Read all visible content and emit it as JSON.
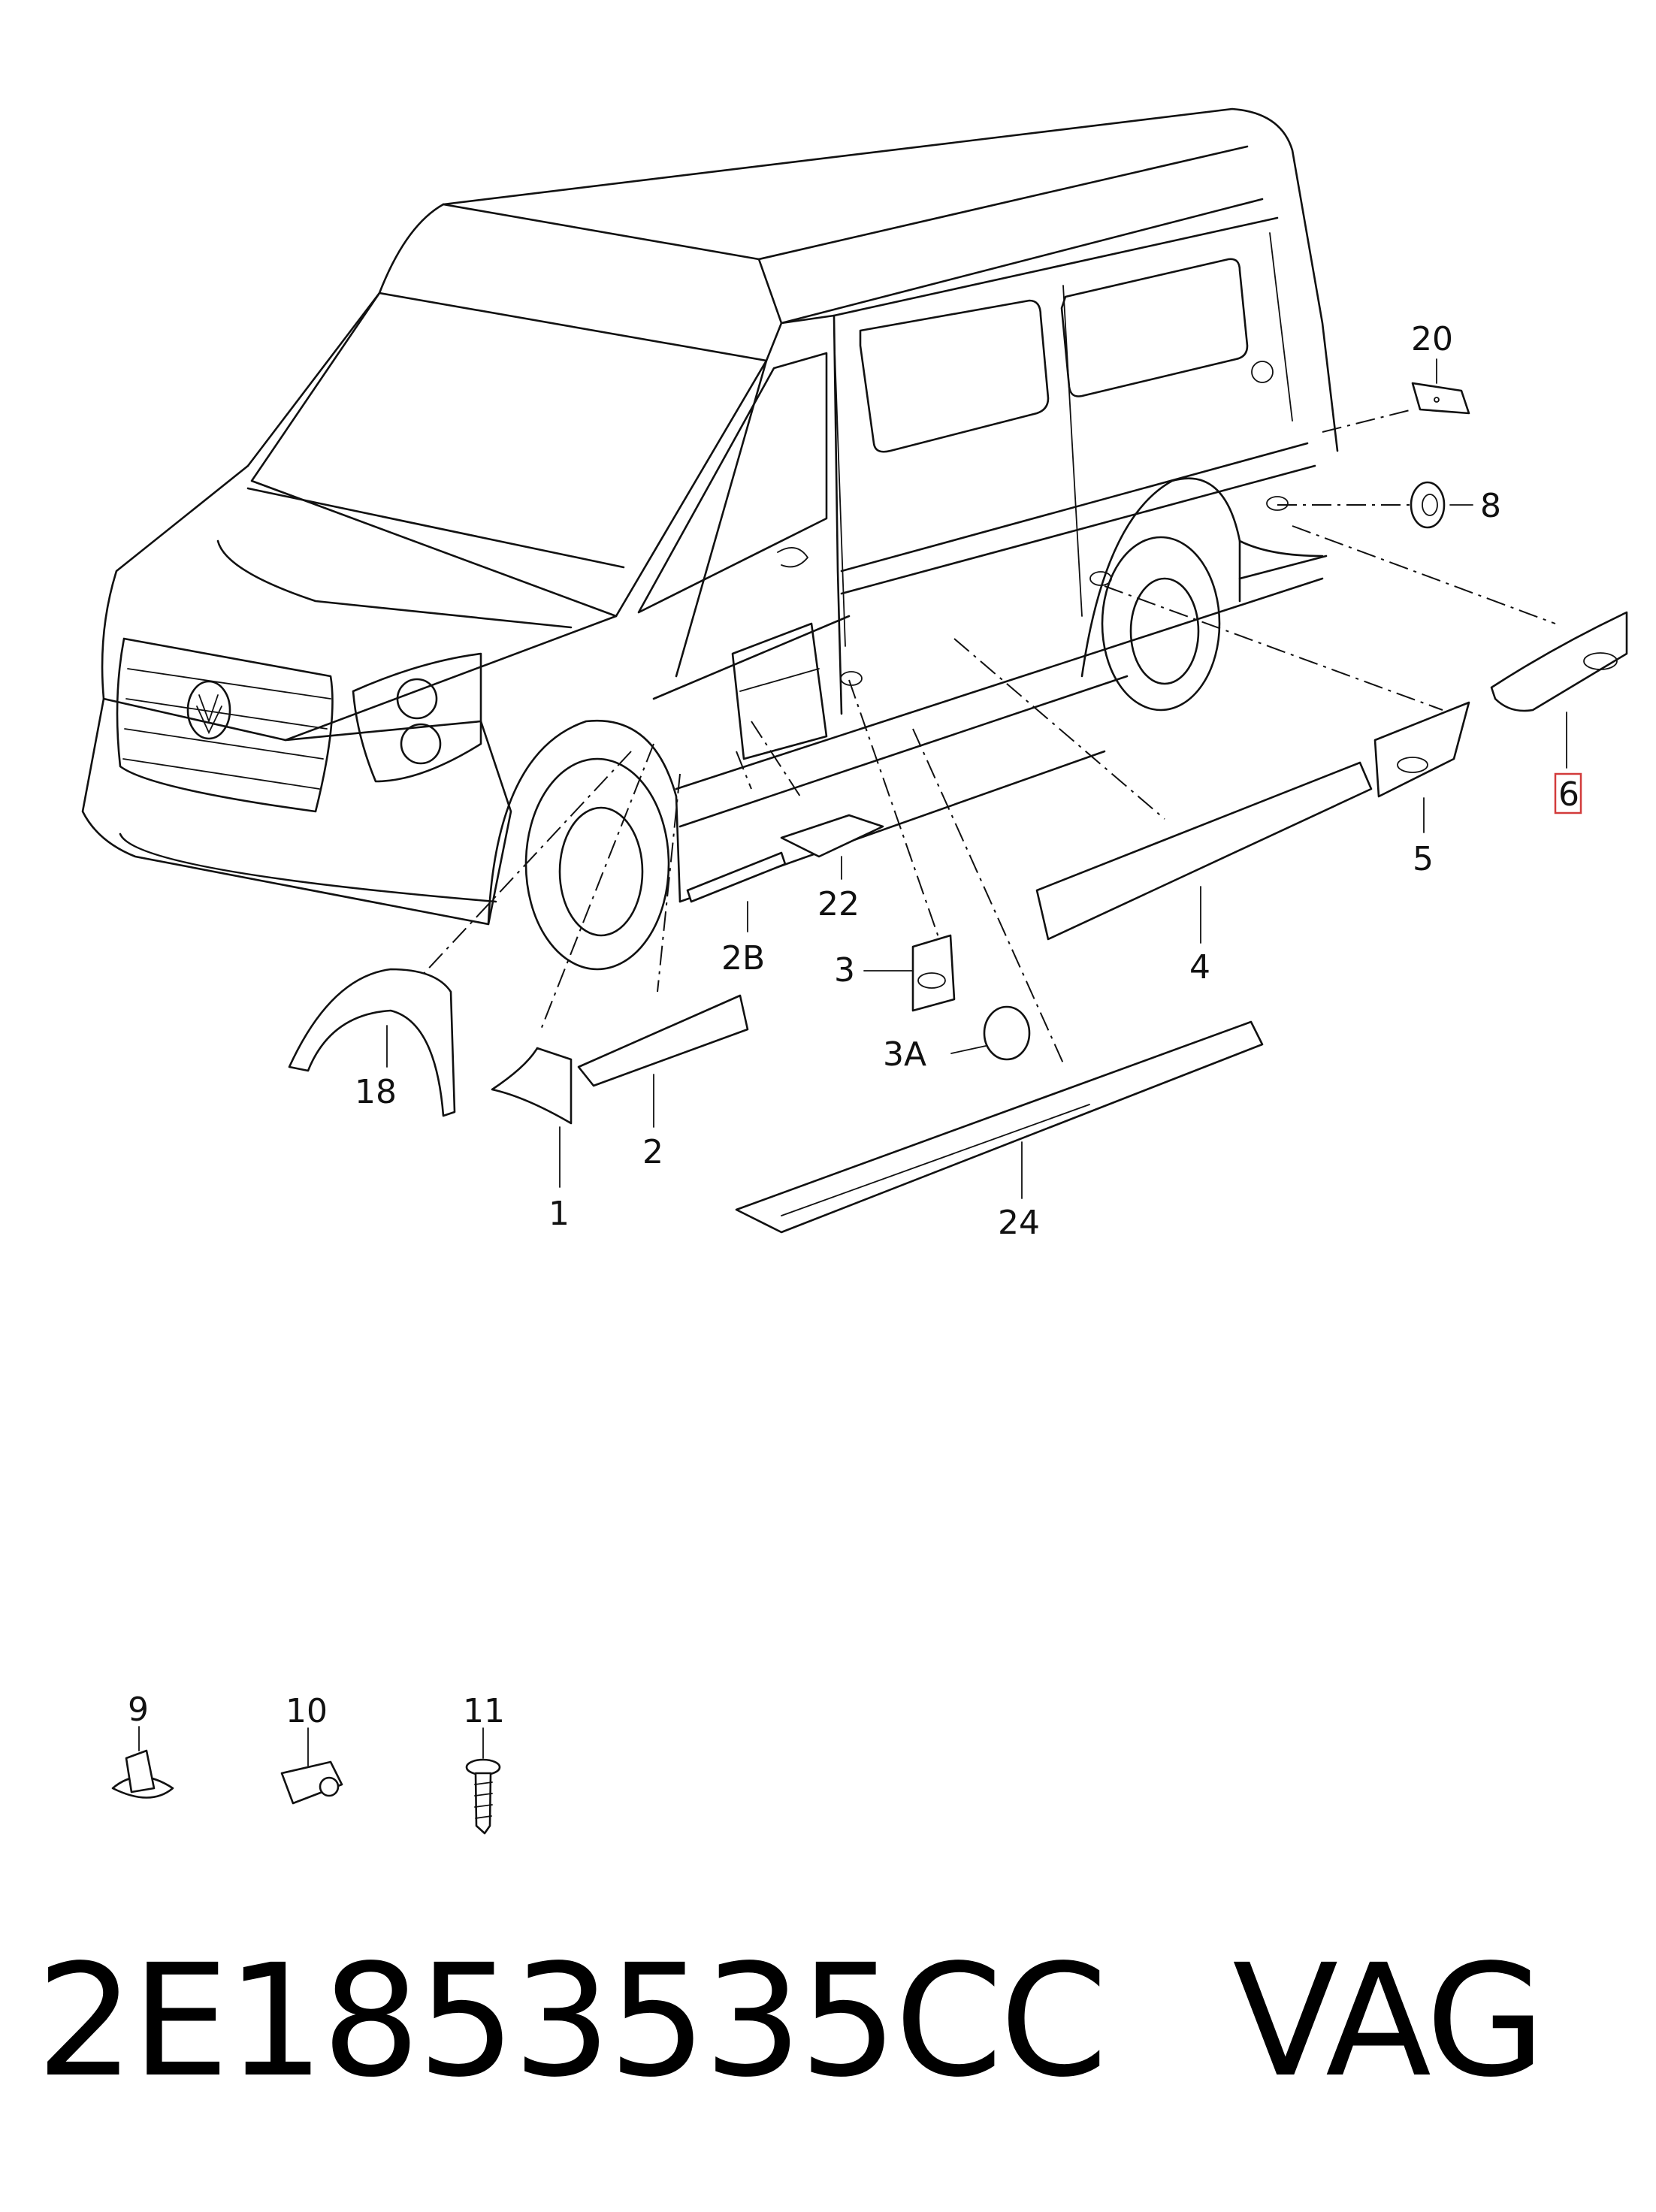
{
  "diagram": {
    "callouts": [
      {
        "id": "c1",
        "text": "1"
      },
      {
        "id": "c2",
        "text": "2"
      },
      {
        "id": "c2b",
        "text": "2B"
      },
      {
        "id": "c3",
        "text": "3"
      },
      {
        "id": "c3a",
        "text": "3A"
      },
      {
        "id": "c4",
        "text": "4"
      },
      {
        "id": "c5",
        "text": "5"
      },
      {
        "id": "c6",
        "text": "6",
        "highlighted": true
      },
      {
        "id": "c8",
        "text": "8"
      },
      {
        "id": "c9",
        "text": "9"
      },
      {
        "id": "c10",
        "text": "10"
      },
      {
        "id": "c11",
        "text": "11"
      },
      {
        "id": "c18",
        "text": "18"
      },
      {
        "id": "c20",
        "text": "20"
      },
      {
        "id": "c22",
        "text": "22"
      },
      {
        "id": "c24",
        "text": "24"
      }
    ],
    "highlight_color": "#d23b3b"
  },
  "footer": {
    "part_number": "2E1853535CC",
    "brand": "VAG"
  }
}
